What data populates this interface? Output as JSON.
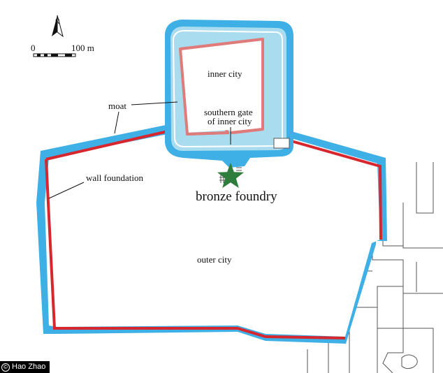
{
  "scale": {
    "start": "0",
    "end": "100 m"
  },
  "labels": {
    "inner_city": "inner city",
    "moat": "moat",
    "southern_gate_line1": "southern gate",
    "southern_gate_line2": "of inner city",
    "wall_foundation": "wall foundation",
    "bronze_foundry": "bronze foundry",
    "outer_city": "outer city"
  },
  "credit": "Hao Zhao",
  "colors": {
    "moat": "#3fb0e6",
    "moat_light": "#a9dcee",
    "outer_wall": "#d7262e",
    "inner_wall": "#e07b7b",
    "foundry_star": "#2e7d3c",
    "modern_blocks": "#555555"
  },
  "icons": {
    "north_arrow": "north-arrow-icon",
    "foundry_marker": "star-icon"
  }
}
